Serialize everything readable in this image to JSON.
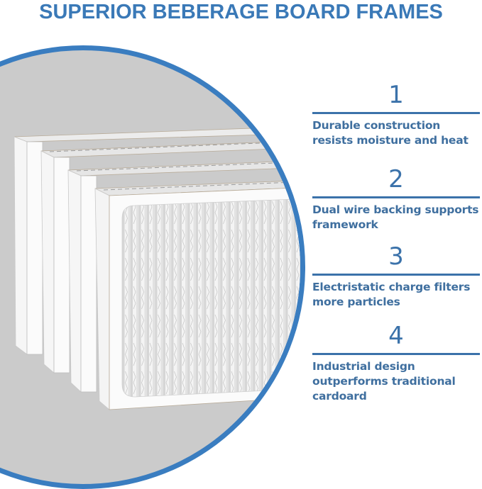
{
  "title": "SUPERIOR BEBERAGE BOARD FRAMES",
  "colors": {
    "accent_blue": "#3a7dc0",
    "text_blue": "#3b72aa",
    "circle_fill": "#cbcbcb",
    "background": "#ffffff"
  },
  "illustration": {
    "subject": "four stacked pleated air filters with white board frames",
    "filter_count": 4
  },
  "features": [
    {
      "number": "1",
      "text": "Durable construction resists moisture and heat"
    },
    {
      "number": "2",
      "text": "Dual wire backing supports framework"
    },
    {
      "number": "3",
      "text": "Electristatic charge filters more particles"
    },
    {
      "number": "4",
      "text": "Industrial design outperforms traditional cardoard"
    }
  ]
}
